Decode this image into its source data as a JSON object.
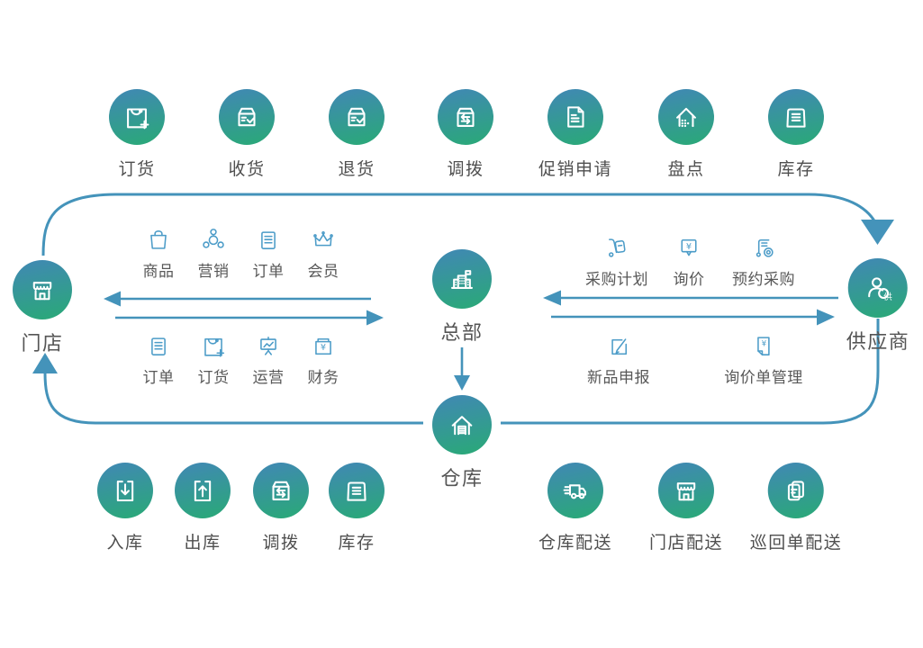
{
  "colors": {
    "circle_gradient_top": "#3F8AB0",
    "circle_gradient_bottom": "#2BA77B",
    "connector_blue": "#4493BA",
    "feature_icon_blue": "#4C9CC8",
    "label_gray": "#555555"
  },
  "top_row": [
    {
      "label": "订货",
      "icon": "bag-plus-icon"
    },
    {
      "label": "收货",
      "icon": "box-check-icon"
    },
    {
      "label": "退货",
      "icon": "box-check-icon"
    },
    {
      "label": "调拨",
      "icon": "box-swap-icon"
    },
    {
      "label": "促销申请",
      "icon": "document-lines-icon"
    },
    {
      "label": "盘点",
      "icon": "house-grid-icon"
    },
    {
      "label": "库存",
      "icon": "box-lines-icon"
    }
  ],
  "nodes": {
    "store": {
      "label": "门店"
    },
    "hq": {
      "label": "总部"
    },
    "warehouse": {
      "label": "仓库"
    },
    "supplier": {
      "label": "供应商",
      "badge": "供"
    }
  },
  "left_panel": {
    "row1": [
      {
        "label": "商品",
        "icon": "shopping-bag-icon"
      },
      {
        "label": "营销",
        "icon": "circles-cluster-icon"
      },
      {
        "label": "订单",
        "icon": "clipboard-icon"
      },
      {
        "label": "会员",
        "icon": "crown-icon"
      }
    ],
    "row2": [
      {
        "label": "订单",
        "icon": "clipboard-icon"
      },
      {
        "label": "订货",
        "icon": "bag-plus-icon"
      },
      {
        "label": "运营",
        "icon": "chart-board-icon"
      },
      {
        "label": "财务",
        "icon": "cash-box-icon"
      }
    ]
  },
  "right_panel": {
    "row1": [
      {
        "label": "采购计划",
        "icon": "hand-truck-icon"
      },
      {
        "label": "询价",
        "icon": "speech-yen-icon"
      },
      {
        "label": "预约采购",
        "icon": "cart-clock-icon"
      }
    ],
    "row2": [
      {
        "label": "新品申报",
        "icon": "pencil-square-icon"
      },
      {
        "label": "询价单管理",
        "icon": "document-yen-icon"
      }
    ]
  },
  "bottom_left_row": [
    {
      "label": "入库",
      "icon": "box-arrow-down-icon"
    },
    {
      "label": "出库",
      "icon": "box-arrow-up-icon"
    },
    {
      "label": "调拨",
      "icon": "box-swap-icon"
    },
    {
      "label": "库存",
      "icon": "box-lines-icon"
    }
  ],
  "bottom_right_row": [
    {
      "label": "仓库配送",
      "icon": "delivery-truck-icon"
    },
    {
      "label": "门店配送",
      "icon": "storefront-icon"
    },
    {
      "label": "巡回单配送",
      "icon": "docs-stack-icon"
    }
  ]
}
